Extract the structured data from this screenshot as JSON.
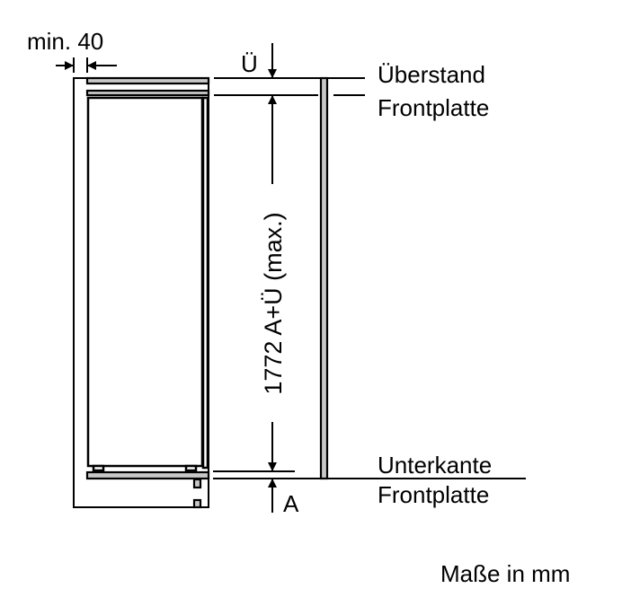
{
  "labels": {
    "min_gap": "min. 40",
    "overhang_symbol": "Ü",
    "overhang_line1": "Überstand",
    "overhang_line2": "Frontplatte",
    "height_dimension": "1772 A+Ü (max.)",
    "bottom_symbol": "A",
    "bottom_line1": "Unterkante",
    "bottom_line2": "Frontplatte",
    "units_note": "Maße in mm"
  },
  "colors": {
    "line": "#000000",
    "panel_fill": "#c8c8c8"
  }
}
